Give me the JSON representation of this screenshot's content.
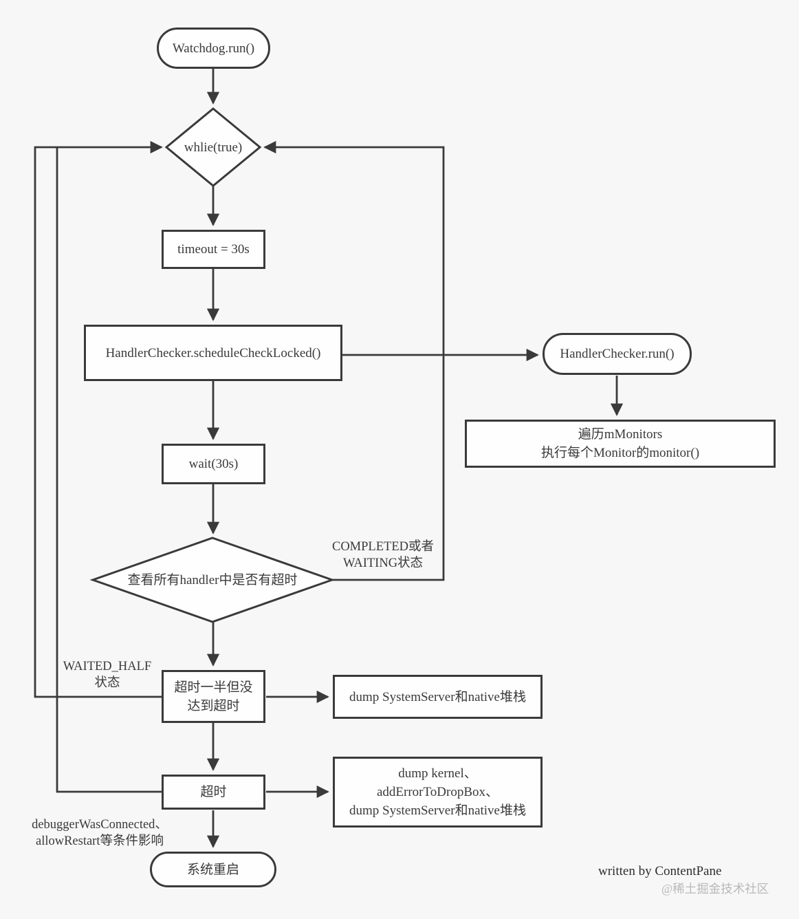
{
  "nodes": {
    "watchdog_run": {
      "label": "Watchdog.run()"
    },
    "while_true": {
      "label": "whlie(true)"
    },
    "timeout_30s": {
      "label": "timeout = 30s"
    },
    "schedule_check": {
      "label": "HandlerChecker.scheduleCheckLocked()"
    },
    "handler_checker_run": {
      "label": "HandlerChecker.run()"
    },
    "monitors": {
      "line1": "遍历mMonitors",
      "line2": "执行每个Monitor的monitor()"
    },
    "wait_30s": {
      "label": "wait(30s)"
    },
    "check_timeout": {
      "label": "查看所有handler中是否有超时"
    },
    "half_timeout": {
      "line1": "超时一半但没",
      "line2": "达到超时"
    },
    "dump_system": {
      "label": "dump SystemServer和native堆栈"
    },
    "timeout_node": {
      "label": "超时"
    },
    "dump_kernel": {
      "line1": "dump kernel、",
      "line2": "addErrorToDropBox、",
      "line3": "dump SystemServer和native堆栈"
    },
    "reboot": {
      "label": "系统重启"
    }
  },
  "labels": {
    "completed_waiting": {
      "line1": "COMPLETED或者",
      "line2": "WAITING状态"
    },
    "waited_half": {
      "line1": "WAITED_HALF",
      "line2": "状态"
    },
    "debugger_note": {
      "line1": "debuggerWasConnected、",
      "line2": "allowRestart等条件影响"
    }
  },
  "footer": {
    "credit": "written by ContentPane",
    "watermark": "@稀土掘金技术社区"
  },
  "colors": {
    "background": "#f7f7f7",
    "stroke": "#3a3a3a",
    "node_fill": "#fefefe",
    "text": "#3a3a3a",
    "watermark": "#b9b9b9"
  }
}
